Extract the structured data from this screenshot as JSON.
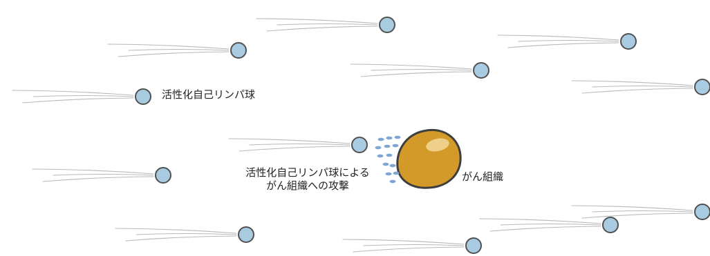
{
  "labels": {
    "activated_lymphocyte": "活性化自己リンパ球",
    "attack_line1": "活性化自己リンパ球による",
    "attack_line2": "がん組織への攻撃",
    "cancer_tissue": "がん組織"
  },
  "colors": {
    "cell_fill": "#a9cbe2",
    "cell_stroke": "#505050",
    "tumor_fill": "#d39a2a",
    "tumor_stroke": "#3e3e3e",
    "tumor_highlight": "#eed08a",
    "particle": "#7da6d3",
    "motion_line": "#b9b9b9"
  },
  "icons": {
    "cell": "lymphocyte-cell-icon",
    "tumor": "tumor-icon",
    "particles": "cytotoxic-particles-icon"
  }
}
